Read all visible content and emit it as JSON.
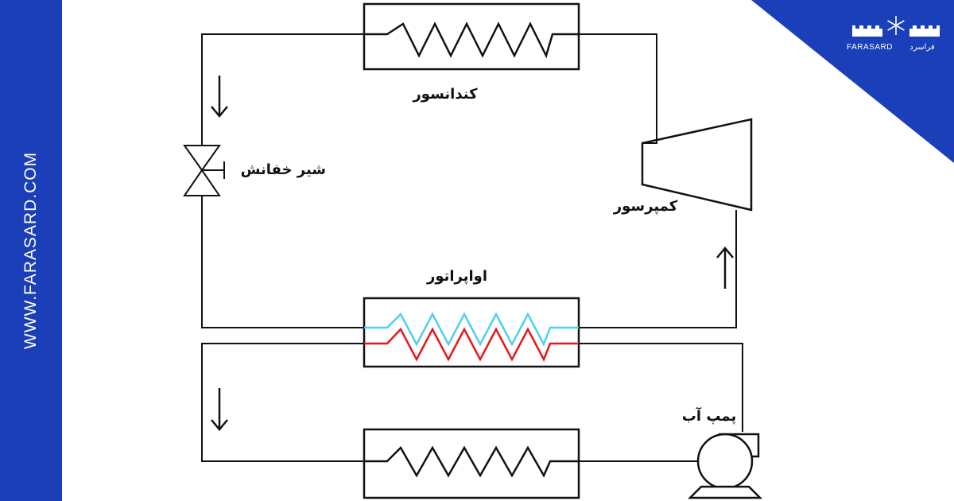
{
  "brand": {
    "website": "WWW.FARASARD.COM",
    "logo_latin": "FARASARD",
    "logo_farsi": "فراسرد",
    "logo_icon": "snowflake-icon",
    "color": "#1a3fb8"
  },
  "labels": {
    "condenser": "کندانسور",
    "expansion_valve": "شیر خفانش",
    "compressor": "کمپرسور",
    "evaporator": "اواپراتور",
    "water_pump": "پمپ آب"
  },
  "colors": {
    "line": "#111111",
    "refrigerant_coil": "#4dd0f0",
    "water_coil": "#e8151b"
  }
}
